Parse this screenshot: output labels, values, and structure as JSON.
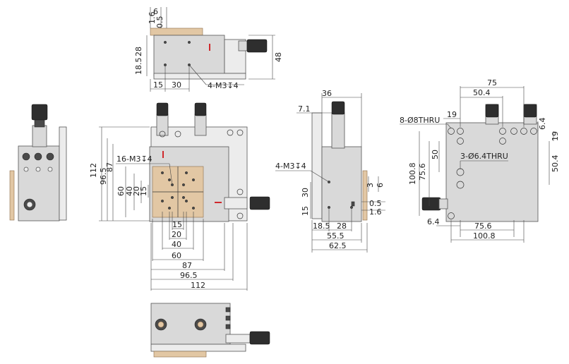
{
  "top_view": {
    "dims_top": [
      "6",
      "1.6",
      "0.5"
    ],
    "dims_left": [
      "28",
      "18.5"
    ],
    "dim_right": "48",
    "dims_bottom": [
      "15",
      "30"
    ],
    "callout": "4-M3↧4"
  },
  "front_view": {
    "callout": "16-M3↧4",
    "dims_left": [
      "112",
      "96.5",
      "87",
      "60",
      "40",
      "20",
      "15"
    ],
    "dims_bottom": [
      "15",
      "20",
      "40",
      "60",
      "87",
      "96.5",
      "112"
    ]
  },
  "side_view": {
    "dims_top": [
      "36",
      "7.1"
    ],
    "callout": "4-M3↧4",
    "dims_left": [
      "30",
      "15"
    ],
    "dims_right": [
      "3",
      "6",
      "0.5",
      "1.6"
    ],
    "dims_bottom": [
      "18.5",
      "28",
      "55.5",
      "62.5"
    ]
  },
  "bottom_view": {
    "dims_top": [
      "75",
      "50.4",
      "19"
    ],
    "callout_thru8": "8-Ø8THRU",
    "callout_thru64": "3-Ø6.4THRU",
    "dims_left": [
      "100.8",
      "75.6",
      "50"
    ],
    "dims_right": [
      "6.4",
      "19",
      "50.4"
    ],
    "dims_bottom": [
      "6.4",
      "75.6",
      "100.8"
    ]
  },
  "colors": {
    "accent_red": "#d0282c",
    "mount_tan": "#e2c7a4",
    "body_gray": "#d9d9d9"
  }
}
